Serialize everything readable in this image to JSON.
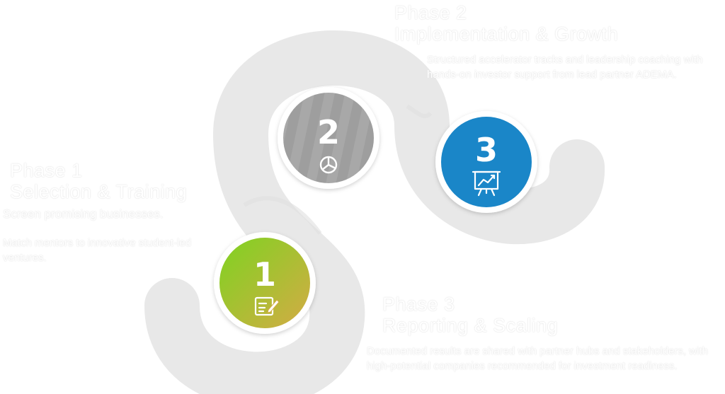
{
  "phases": [
    {
      "number": "1",
      "title": "Phase 1",
      "subtitle": "Selection & Training",
      "lines": [
        "Screen promising businesses.",
        "Match mentors to innovative student-led ventures."
      ],
      "icon": "edit-icon",
      "gradient": [
        "#7ed321",
        "#d4ab45"
      ]
    },
    {
      "number": "2",
      "title": "Phase 2",
      "subtitle": "Implementation & Growth",
      "lines": [
        "Structured accelerator tracks and leadership coaching with hands-on investor support from lead partner ADEMA."
      ],
      "icon": "pie-chart-icon",
      "color": "#9a9a9a"
    },
    {
      "number": "3",
      "title": "Phase 3",
      "subtitle": "Reporting & Scaling",
      "lines": [
        "Documented results are shared with partner hubs and stakeholders, with high-potential companies recommended for investment readiness."
      ],
      "icon": "presentation-chart-icon",
      "color": "#1a86c8"
    }
  ],
  "colors": {
    "track_light": "#ebebeb",
    "track_mid": "#e3e3e3",
    "phase_text": "#ffffff"
  }
}
